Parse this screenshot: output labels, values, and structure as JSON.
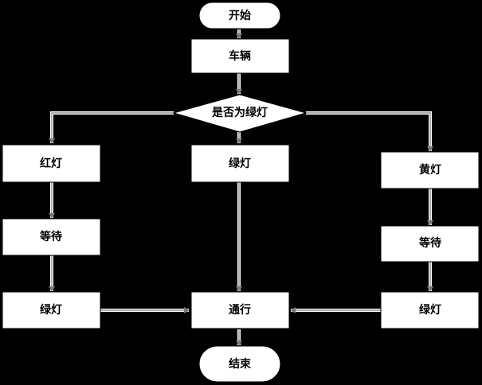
{
  "colors": {
    "background": "#000000",
    "node_fill": "#ffffff",
    "node_stroke": "#000000",
    "connector": "#ffffff"
  },
  "nodes": {
    "start": {
      "label": "开始",
      "shape": "terminal"
    },
    "vehicle": {
      "label": "车辆",
      "shape": "process"
    },
    "decision": {
      "label": "是否为绿灯",
      "shape": "decision"
    },
    "red_light": {
      "label": "红灯",
      "shape": "process"
    },
    "green_light_mid": {
      "label": "绿灯",
      "shape": "process"
    },
    "yellow_light": {
      "label": "黄灯",
      "shape": "process"
    },
    "wait_left": {
      "label": "等待",
      "shape": "process"
    },
    "wait_right": {
      "label": "等待",
      "shape": "process"
    },
    "green_left": {
      "label": "绿灯",
      "shape": "process"
    },
    "pass": {
      "label": "通行",
      "shape": "process"
    },
    "green_right": {
      "label": "绿灯",
      "shape": "process"
    },
    "end": {
      "label": "结束",
      "shape": "terminal"
    }
  },
  "edges": [
    {
      "from": "start",
      "to": "vehicle"
    },
    {
      "from": "vehicle",
      "to": "decision"
    },
    {
      "from": "decision",
      "to": "red_light"
    },
    {
      "from": "decision",
      "to": "green_light_mid"
    },
    {
      "from": "decision",
      "to": "yellow_light"
    },
    {
      "from": "red_light",
      "to": "wait_left"
    },
    {
      "from": "wait_left",
      "to": "green_left"
    },
    {
      "from": "green_left",
      "to": "pass"
    },
    {
      "from": "green_light_mid",
      "to": "pass"
    },
    {
      "from": "yellow_light",
      "to": "wait_right"
    },
    {
      "from": "wait_right",
      "to": "green_right"
    },
    {
      "from": "green_right",
      "to": "pass"
    },
    {
      "from": "pass",
      "to": "end"
    }
  ]
}
